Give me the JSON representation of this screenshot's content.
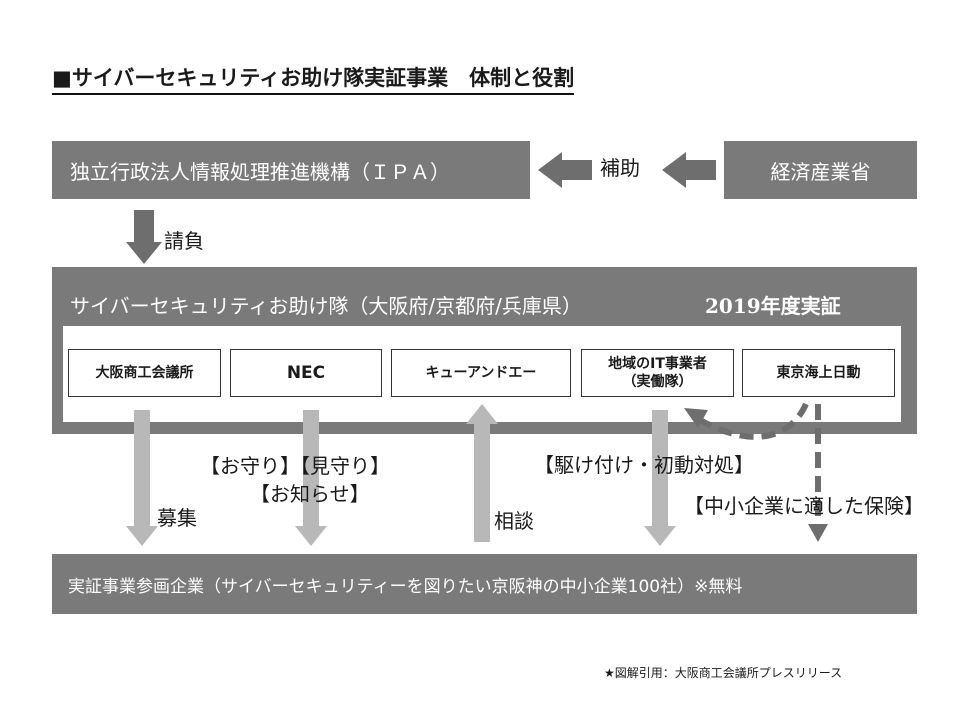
{
  "title": "■サイバーセキュリティお助け隊実証事業　体制と役割",
  "ipa": "独立行政法人情報処理推進機構（ＩＰＡ）",
  "meti": "経済産業省",
  "subsidy_label": "補助",
  "contract_label": "請負",
  "team": {
    "title": "サイバーセキュリティお助け隊（大阪府/京都府/兵庫県）",
    "year": "2019年度実証",
    "members": [
      {
        "line1": "大阪商工会議所",
        "line2": ""
      },
      {
        "line1": "NEC",
        "line2": ""
      },
      {
        "line1": "キューアンドエー",
        "line2": ""
      },
      {
        "line1": "地域のIT事業者",
        "line2": "（実働隊）"
      },
      {
        "line1": "東京海上日動",
        "line2": ""
      }
    ]
  },
  "flows": {
    "recruit": "募集",
    "protect": "【お守り】【見守り】",
    "inform": "【お知らせ】",
    "consult": "相談",
    "rush": "【駆け付け・初動対処】",
    "insurance": "【中小企業に適した保険】"
  },
  "bottom": "実証事業参画企業（サイバーセキュリティーを図りたい京阪神の中小企業100社）※無料",
  "source": "★図解引用：大阪商工会議所プレスリリース",
  "colors": {
    "box": "#7a7a7a",
    "arrow_dark": "#6e6e6e",
    "arrow_light": "#b8b8b8"
  }
}
